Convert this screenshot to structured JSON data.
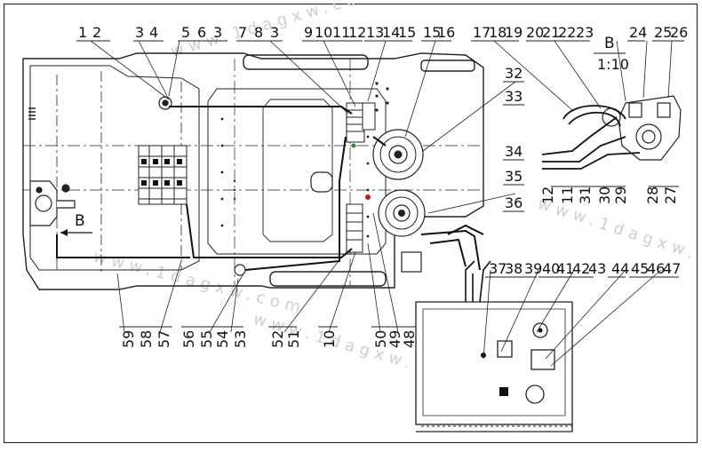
{
  "watermark": "www.1dagxw.com",
  "detail": {
    "letter": "B",
    "scale": "1:10"
  },
  "view_marker": "B",
  "labels_top": [
    "1",
    "2",
    "3",
    "4",
    "5",
    "6",
    "3",
    "7",
    "8",
    "3",
    "9",
    "10",
    "11",
    "12",
    "13",
    "14",
    "15",
    "15",
    "16",
    "17",
    "18",
    "19",
    "20",
    "21",
    "22",
    "23",
    "24",
    "25",
    "26"
  ],
  "labels_right": [
    "32",
    "33",
    "34",
    "35",
    "36",
    "12",
    "11",
    "31",
    "30",
    "29",
    "28",
    "27"
  ],
  "labels_bottom": [
    "59",
    "58",
    "57",
    "56",
    "55",
    "54",
    "53",
    "52",
    "51",
    "10",
    "50",
    "49",
    "48"
  ],
  "labels_tank": [
    "37",
    "38",
    "39",
    "40",
    "41",
    "42",
    "43",
    "44",
    "45",
    "46",
    "47"
  ]
}
